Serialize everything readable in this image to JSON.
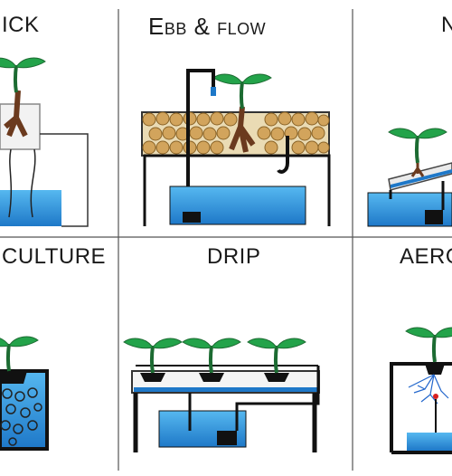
{
  "panels": {
    "wick": {
      "title": "ICK"
    },
    "ebb_flow": {
      "title": "Ebb & flow"
    },
    "nft": {
      "title": "N"
    },
    "water_culture": {
      "title": "CULTURE"
    },
    "drip": {
      "title": "DRIP"
    },
    "aeroponics": {
      "title": "AERO"
    }
  },
  "colors": {
    "water_dark": "#1e78c8",
    "water_light": "#56b8f0",
    "leaf": "#23a34a",
    "stem": "#1c6b32",
    "root": "#6b3a1e",
    "pebble": "#d2a45c",
    "pebble_edge": "#8a6428",
    "grid_line": "#555555",
    "frame": "#111111"
  }
}
